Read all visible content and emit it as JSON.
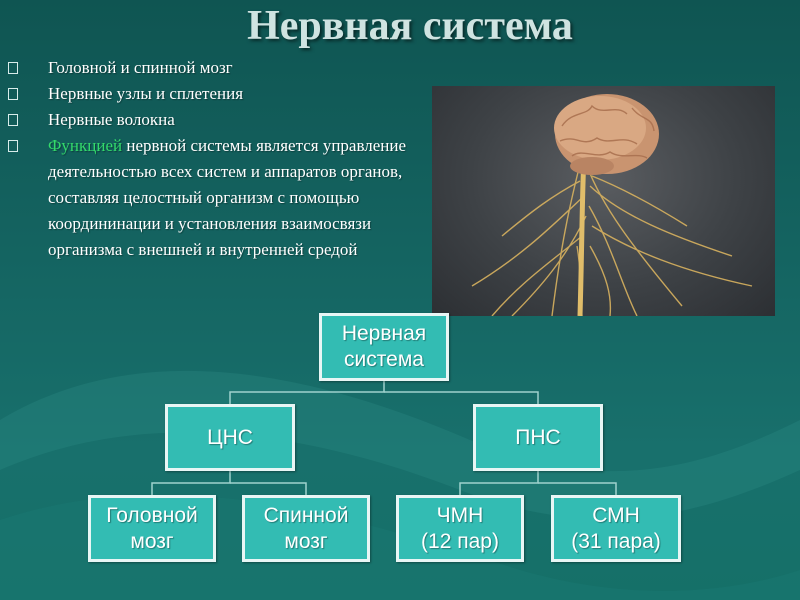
{
  "title": "Нервная система",
  "bullets": [
    "Головной и спинной мозг",
    "Нервные узлы и сплетения",
    "Нервные волокна"
  ],
  "function_text": {
    "highlight": "Функцией",
    "rest": " нервной системы является управление деятельностью всех систем и аппаратов органов, составляя целостный организм с помощью координинации и установления взаимосвязи организма с внешней и внутренней средой"
  },
  "photo": {
    "subject": "brain-and-spinal-cord-illustration"
  },
  "diagram": {
    "root": "Нервная\nсистема",
    "cns": "ЦНС",
    "pns": "ПНС",
    "cns_children": [
      "Головной\nмозг",
      "Спинной\nмозг"
    ],
    "pns_children": [
      "ЧМН\n(12 пар)",
      "СМН\n(31 пара)"
    ]
  },
  "colors": {
    "background": "#146360",
    "node_fill": "#33bcb3",
    "node_border": "#e8f6f5",
    "highlight": "#33d96b"
  }
}
